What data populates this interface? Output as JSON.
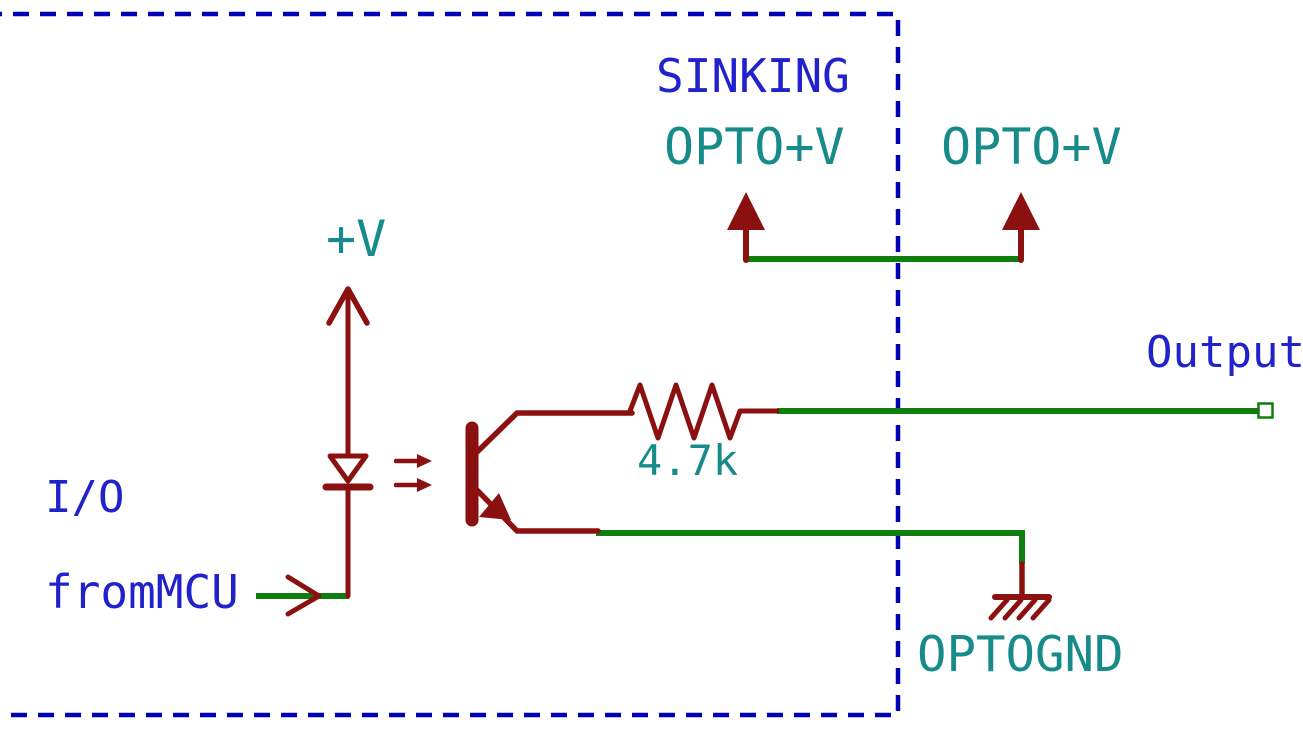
{
  "diagram": {
    "kind": "electronic-schematic",
    "description_visible_only": false
  },
  "colors": {
    "background": "#FFFFFF",
    "border_blue": "#0000B5",
    "text_blue": "#2222CC",
    "text_teal": "#178A8A",
    "symbol_dark_red": "#8B1111",
    "wire_green": "#0E7E0E"
  },
  "labels": {
    "sinking": "SINKING",
    "opto_v_left": "OPTO+V",
    "opto_v_right": "OPTO+V",
    "plus_v": "+V",
    "output": "Output",
    "io": "I/O",
    "from_mcu": "fromMCU",
    "resistor_value": "4.7k",
    "opto_gnd": "OPTOGND"
  },
  "symbols": [
    "dashed-boundary-box",
    "power-flag-up-arrow-icon",
    "power-flag-chevron-icon",
    "led-diode-icon",
    "light-emission-arrows-icon",
    "phototransistor-icon",
    "resistor-zigzag-icon",
    "signal-ground-icon",
    "wire-entry-chevron-icon",
    "unconnected-wire-end-square-icon"
  ]
}
